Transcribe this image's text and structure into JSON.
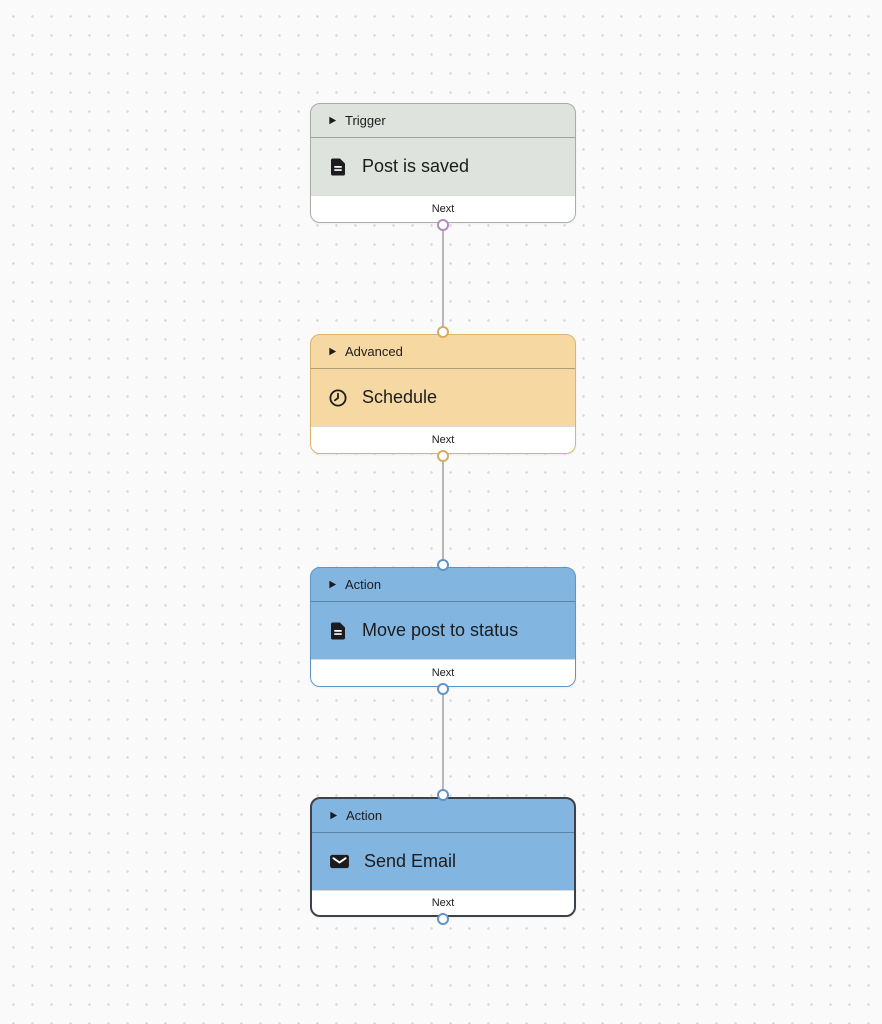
{
  "canvas": {
    "background": "#fafafa",
    "dot_color": "#d8d8d8"
  },
  "palette": {
    "canvas_bg": "#fafafa",
    "dot_color": "#d8d8d8",
    "edge_color": "#b7b7bb",
    "text_color": "#1c1c1e",
    "footer_bg": "#ffffff",
    "trigger_fill": "#dee3dd",
    "trigger_border": "#a6aea5",
    "trigger_port": "#b48cbc",
    "advanced_fill": "#f6d8a2",
    "advanced_border": "#ddb46e",
    "advanced_port": "#d5ac64",
    "action_fill": "#83b5e1",
    "action_border": "#5e94c9",
    "action_port": "#5e94c9",
    "selected_border": "#3c4247"
  },
  "nodes": [
    {
      "category": "Trigger",
      "title": "Post is saved",
      "icon": "document-icon",
      "collapse_icon": "play-triangle-icon",
      "footer_label": "Next",
      "kind": "trigger",
      "selected": false,
      "ports": [
        "bottom"
      ]
    },
    {
      "category": "Advanced",
      "title": "Schedule",
      "icon": "clock-icon",
      "collapse_icon": "play-triangle-icon",
      "footer_label": "Next",
      "kind": "advanced",
      "selected": false,
      "ports": [
        "top",
        "bottom"
      ]
    },
    {
      "category": "Action",
      "title": "Move post to status",
      "icon": "document-icon",
      "collapse_icon": "play-triangle-icon",
      "footer_label": "Next",
      "kind": "action",
      "selected": false,
      "ports": [
        "top",
        "bottom"
      ]
    },
    {
      "category": "Action",
      "title": "Send Email",
      "icon": "mail-icon",
      "collapse_icon": "play-triangle-icon",
      "footer_label": "Next",
      "kind": "action",
      "selected": true,
      "ports": [
        "top",
        "bottom"
      ]
    }
  ]
}
